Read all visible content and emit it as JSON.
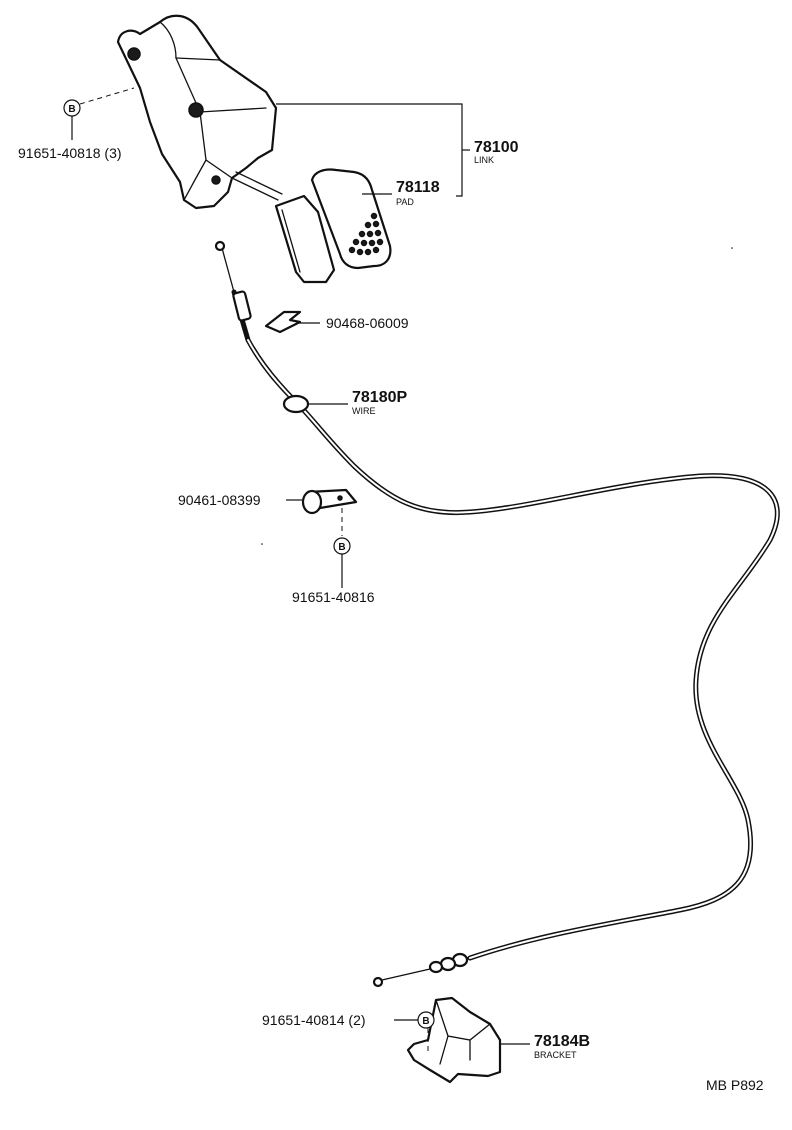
{
  "labels": {
    "link_number": "78100",
    "link_name": "LINK",
    "pad_number": "78118",
    "pad_name": "PAD",
    "bolt_top": "91651-40818 (3)",
    "clip": "90468-06009",
    "wire_number": "78180P",
    "wire_name": "WIRE",
    "clamp": "90461-08399",
    "bolt_mid": "91651-40816",
    "bolt_bottom": "91651-40814 (2)",
    "bracket_number": "78184B",
    "bracket_name": "BRACKET",
    "diagram_code": "MB P892"
  },
  "bolt_symbol": "B"
}
